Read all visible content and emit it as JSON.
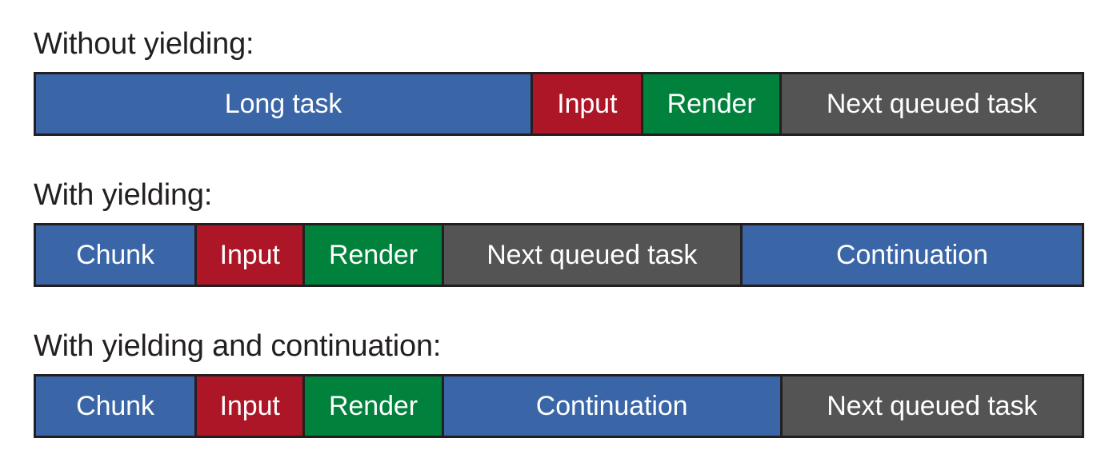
{
  "page": {
    "background_color": "#ffffff",
    "text_color": "#231f20"
  },
  "palette": {
    "blue": "#3a66a7",
    "red": "#ad1627",
    "green": "#00813c",
    "gray": "#545454",
    "border": "#231f20",
    "segment_text": "#ffffff"
  },
  "rows": [
    {
      "label": "Without yielding:",
      "segments": [
        {
          "label": "Long task",
          "color_key": "blue",
          "width_pct": 47.52
        },
        {
          "label": "Input",
          "color_key": "red",
          "width_pct": 10.59
        },
        {
          "label": "Render",
          "color_key": "green",
          "width_pct": 13.18
        },
        {
          "label": "Next queued task",
          "color_key": "gray",
          "width_pct": 28.71
        }
      ]
    },
    {
      "label": "With yielding:",
      "segments": [
        {
          "label": "Chunk",
          "color_key": "blue",
          "width_pct": 15.38
        },
        {
          "label": "Input",
          "color_key": "red",
          "width_pct": 10.36
        },
        {
          "label": "Render",
          "color_key": "green",
          "width_pct": 13.25
        },
        {
          "label": "Next queued task",
          "color_key": "gray",
          "width_pct": 28.56
        },
        {
          "label": "Continuation",
          "color_key": "blue",
          "width_pct": 32.45
        }
      ]
    },
    {
      "label": "With yielding and continuation:",
      "segments": [
        {
          "label": "Chunk",
          "color_key": "blue",
          "width_pct": 15.38
        },
        {
          "label": "Input",
          "color_key": "red",
          "width_pct": 10.36
        },
        {
          "label": "Render",
          "color_key": "green",
          "width_pct": 13.25
        },
        {
          "label": "Continuation",
          "color_key": "blue",
          "width_pct": 32.37
        },
        {
          "label": "Next queued task",
          "color_key": "gray",
          "width_pct": 28.64
        }
      ]
    }
  ]
}
